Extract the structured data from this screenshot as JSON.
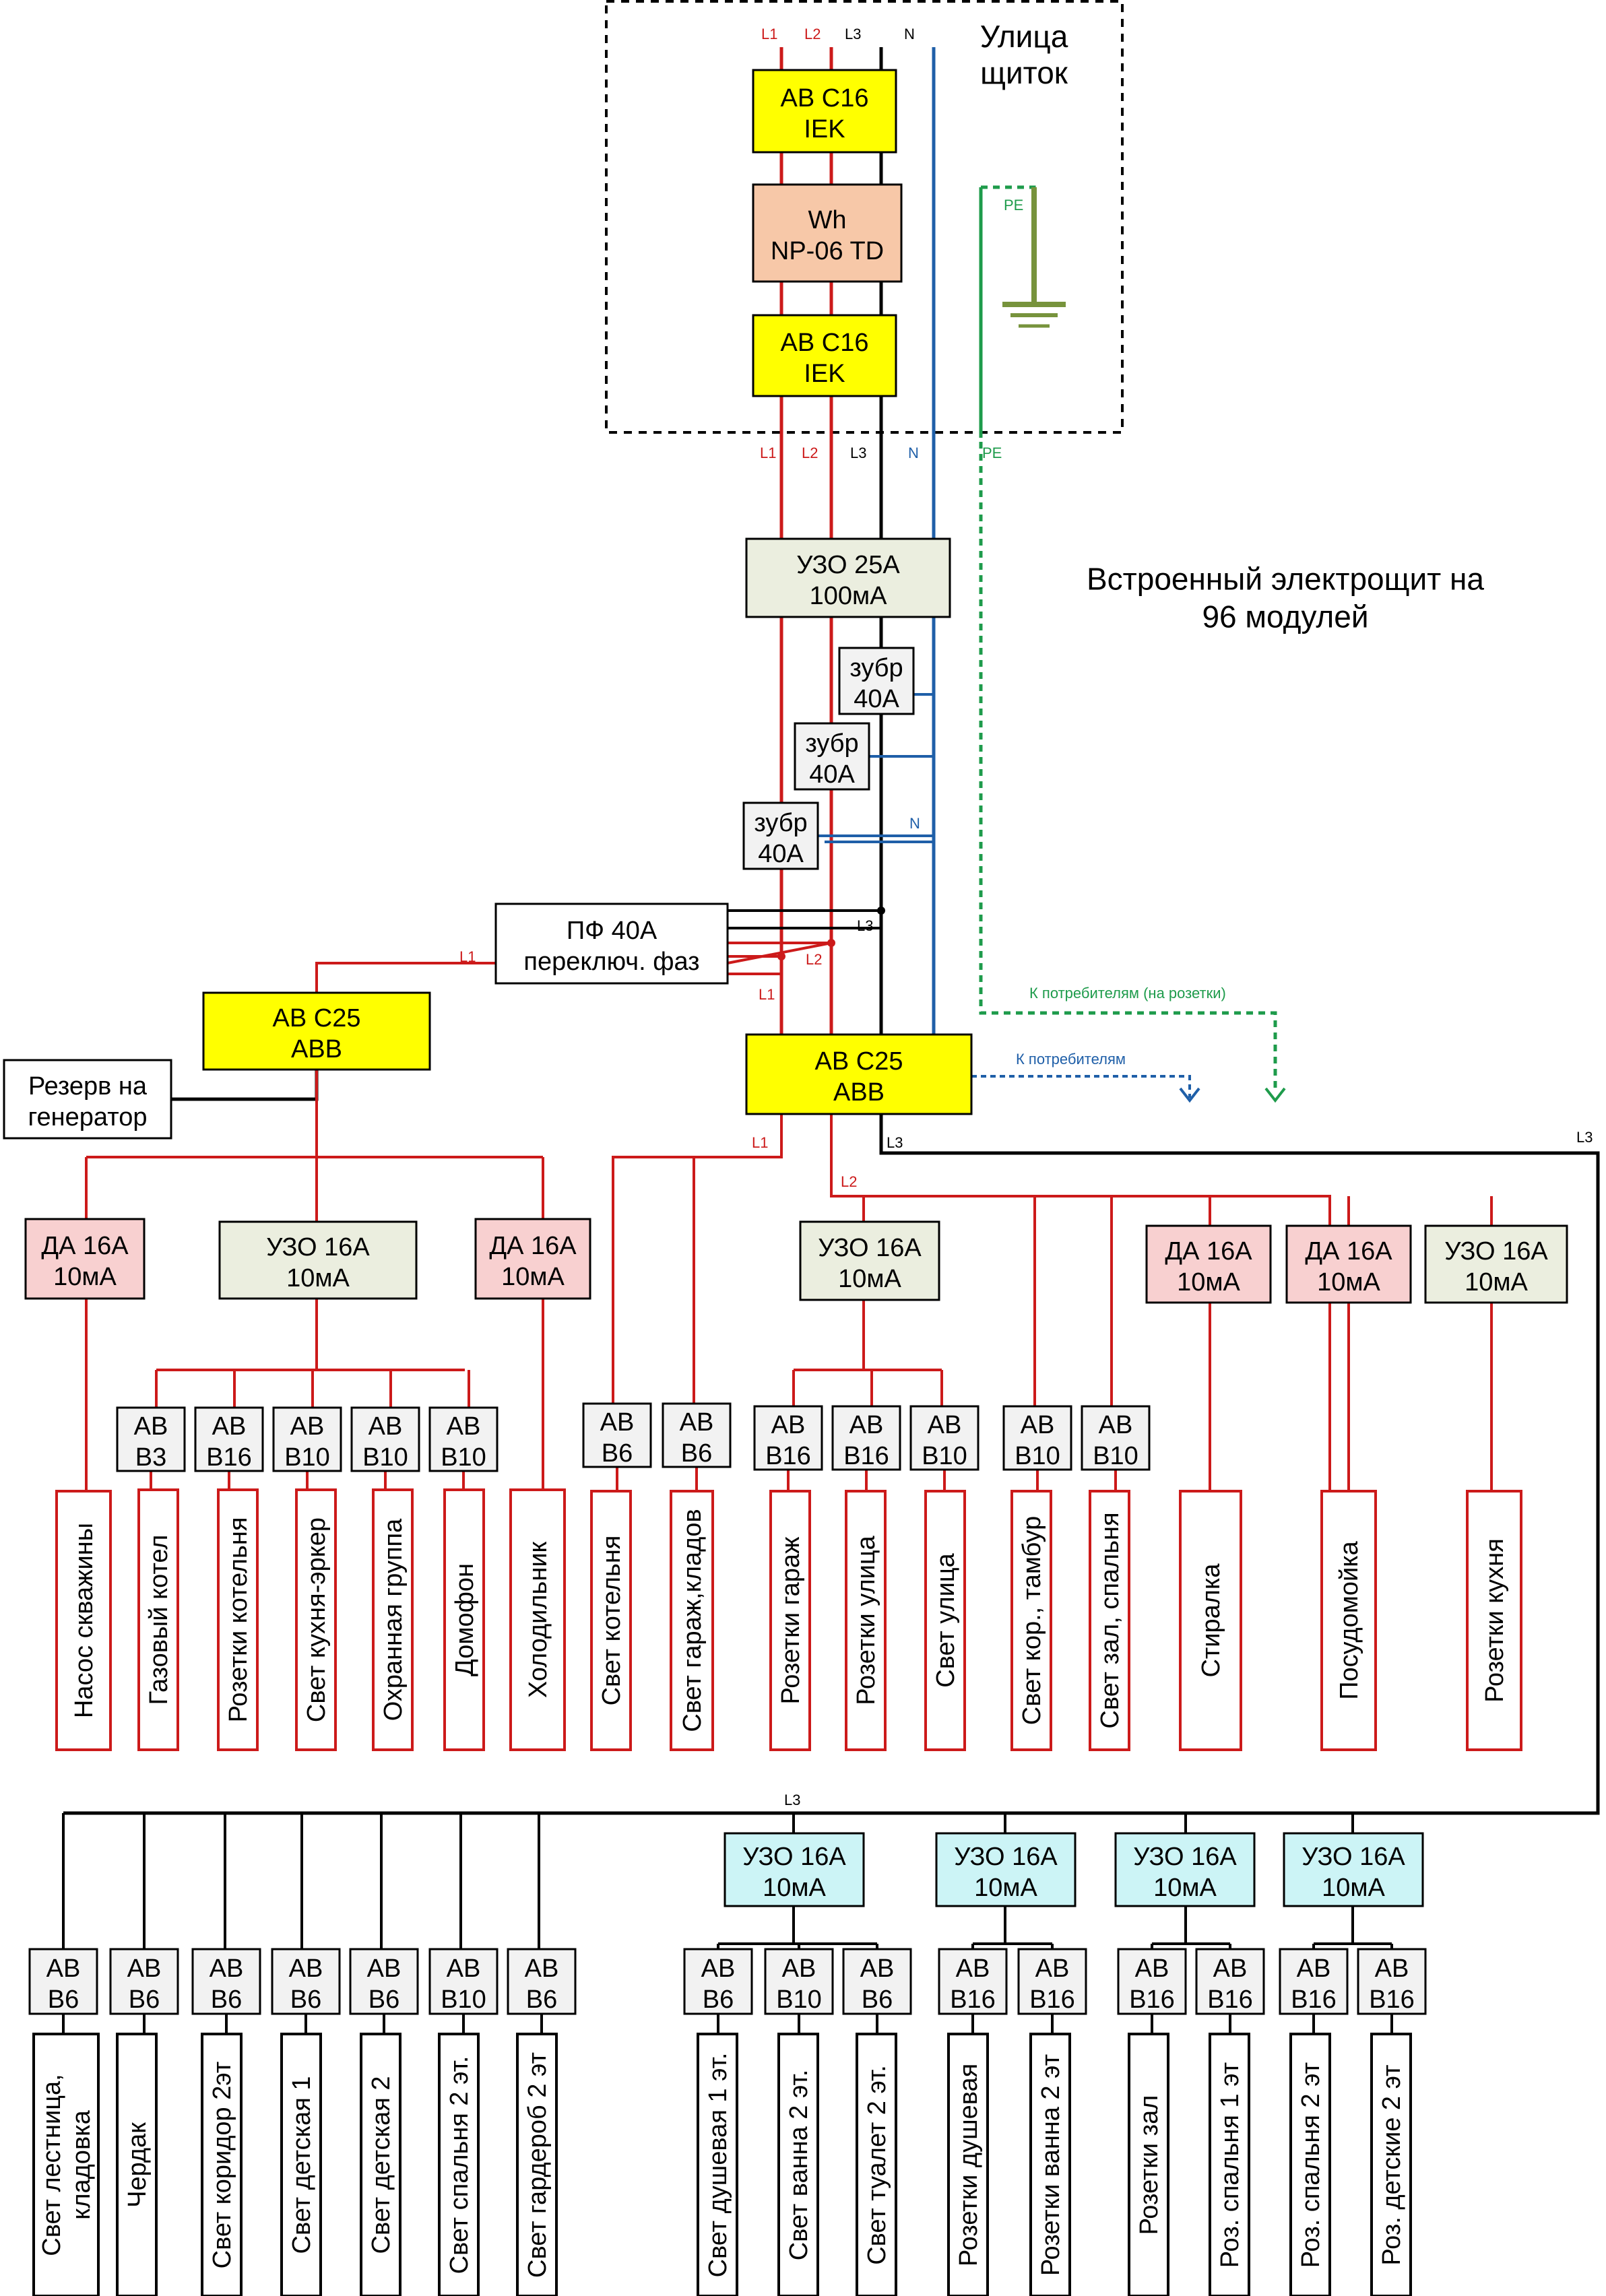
{
  "colors": {
    "red": "#CC1A1A",
    "blue": "#1F5FA8",
    "green": "#1E9B4B",
    "black": "#000000",
    "yellow": "#FFFF00",
    "meter": "#F7C8A8",
    "uzo": "#EBEEDF",
    "da": "#F8D0D0",
    "uzo_cyan": "#CCF4F6",
    "gray": "#F2F2F2",
    "ground": "#77933C"
  },
  "street_panel": {
    "title": "Улица\nщиток",
    "ab_top": "АВ С16\nIEK",
    "meter": "Wh\nNP-06 TD",
    "ab_bottom": "АВ С16\nIEK"
  },
  "embedded_panel_title": "Встроенный электрощит на\n96 модулей",
  "main_uzo": "УЗО 25А\n100мА",
  "zubr": [
    "зубр\n40А",
    "зубр\n40А",
    "зубр\n40А"
  ],
  "pf": "ПФ 40А\nпереключ. фаз",
  "ab_left": "АВ С25\nABB",
  "reserve": "Резерв на\nгенератор",
  "ab_main": "АВ С25\nABB",
  "consumers_blue": "К потребителям",
  "consumers_green": "К потребителям (на розетки)",
  "wire_labels": {
    "L1": "L1",
    "L2": "L2",
    "L3": "L3",
    "N": "N",
    "PE": "PE"
  },
  "row1_groups": {
    "da_left": "ДА 16А\n10мА",
    "uzo_left": "УЗО 16А\n10мА",
    "da_left2": "ДА 16А\n10мА",
    "uzo_mid": "УЗО 16А\n10мА",
    "da_r1": "ДА 16А\n10мА",
    "da_r2": "ДА 16А\n10мА",
    "uzo_r": "УЗО 16А\n10мА"
  },
  "row1_breakers": {
    "b1": "АВ\nВ3",
    "b2": "АВ\nВ16",
    "b3": "АВ\nВ10",
    "b4": "АВ\nВ10",
    "b5": "АВ\nВ10",
    "b6": "АВ\nВ6",
    "b7": "АВ\nВ6",
    "b8": "АВ\nВ16",
    "b9": "АВ\nВ16",
    "b10": "АВ\nВ10",
    "b11": "АВ\nВ10",
    "b12": "АВ\nВ10"
  },
  "row1_loads": [
    "Насос скважины",
    "Газовый котел",
    "Розетки котельня",
    "Свет кухня-эркер",
    "Охранная группа",
    "Домофон",
    "Холодильник",
    "Свет котельня",
    "Свет гараж,кладов",
    "Розетки гараж",
    "Розетки улица",
    "Свет улица",
    "Свет кор., тамбур",
    "Свет зал, спальня",
    "Стиралка",
    "Посудомойка",
    "Розетки кухня"
  ],
  "row2_uzo": [
    "УЗО 16А\n10мА",
    "УЗО 16А\n10мА",
    "УЗО 16А\n10мА",
    "УЗО 16А\n10мА"
  ],
  "row2_breakers": [
    "АВ\nВ6",
    "АВ\nВ6",
    "АВ\nВ6",
    "АВ\nВ6",
    "АВ\nВ6",
    "АВ\nВ10",
    "АВ\nВ6",
    "АВ\nВ6",
    "АВ\nВ10",
    "АВ\nВ6",
    "АВ\nВ16",
    "АВ\nВ16",
    "АВ\nВ16",
    "АВ\nВ16",
    "АВ\nВ16",
    "АВ\nВ16"
  ],
  "row2_loads": [
    "Свет лестница,\nкладовка",
    "Чердак",
    "Свет коридор 2эт",
    "Свет детская 1",
    "Свет детская 2",
    "Свет спальня 2 эт.",
    "Свет гардероб 2 эт",
    "Свет душевая 1 эт.",
    "Свет ванна 2 эт.",
    "Свет туалет 2 эт.",
    "Розетки душевая",
    "Розетки ванна 2 эт",
    "Розетки зал",
    "Роз. спальня 1 эт",
    "Роз. спальня 2 эт",
    "Роз. детские 2 эт"
  ]
}
